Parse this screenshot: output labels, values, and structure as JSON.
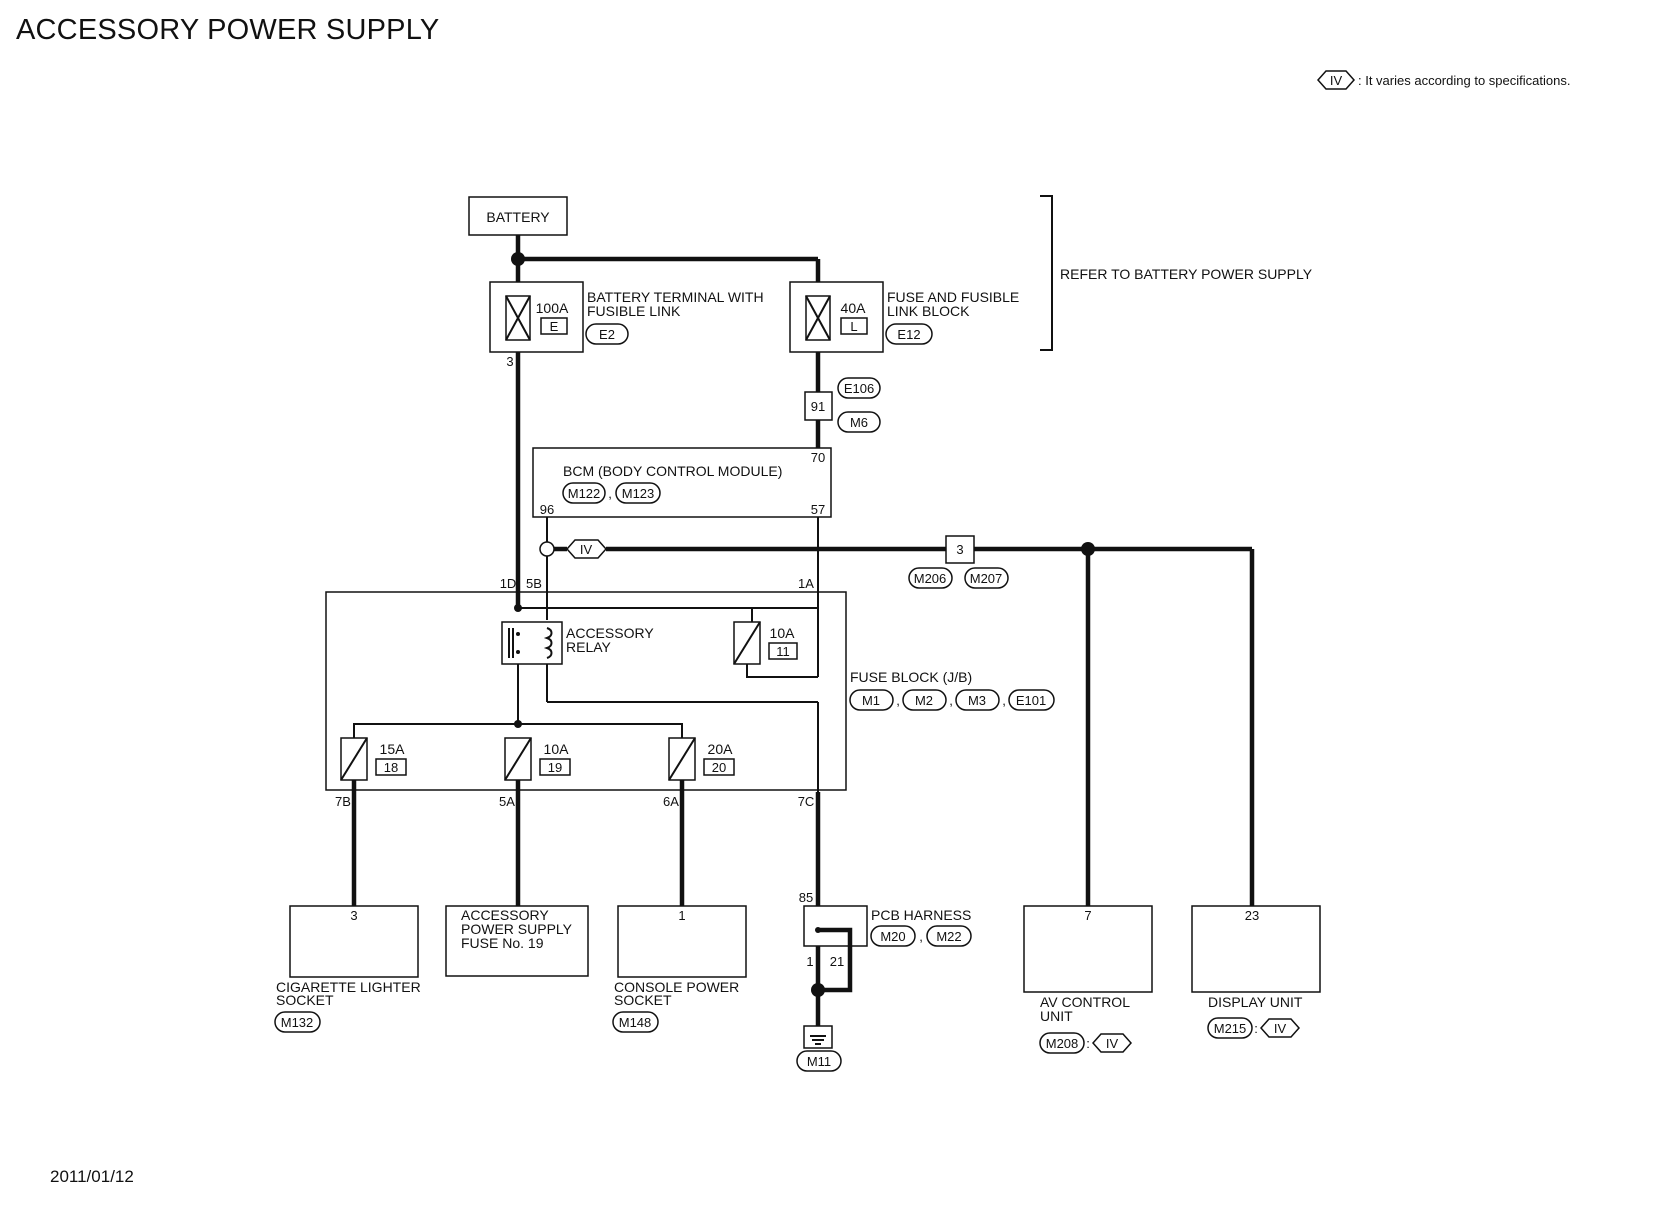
{
  "title": "ACCESSORY POWER SUPPLY",
  "date": "2011/01/12",
  "legend": {
    "symbol": "IV",
    "text": ": It varies according to specifications."
  },
  "refer_note": "REFER TO BATTERY POWER SUPPLY",
  "battery": "BATTERY",
  "fusible_links": [
    {
      "amp": "100A",
      "code": "E",
      "label_1": "BATTERY TERMINAL WITH",
      "label_2": "FUSIBLE LINK",
      "connector": "E2",
      "pin": "3"
    },
    {
      "amp": "40A",
      "code": "L",
      "label_1": "FUSE AND FUSIBLE",
      "label_2": "LINK BLOCK",
      "connector": "E12"
    }
  ],
  "junction_91": {
    "pin": "91",
    "connectors": [
      "E106",
      "M6"
    ]
  },
  "bcm": {
    "label": "BCM (BODY CONTROL MODULE)",
    "connectors": [
      "M122",
      "M123"
    ],
    "sep": ",",
    "pins": {
      "p70": "70",
      "p57": "57",
      "p96": "96"
    }
  },
  "iv_tag": "IV",
  "junction_3": {
    "pin": "3",
    "connectors": [
      "M206",
      "M207"
    ]
  },
  "fuse_block": {
    "label": "FUSE BLOCK (J/B)",
    "connectors": [
      "M1",
      "M2",
      "M3",
      "E101"
    ],
    "sep": ",",
    "top_pins": [
      "1D",
      "5B",
      "1A"
    ],
    "relay_label_1": "ACCESSORY",
    "relay_label_2": "RELAY",
    "fuse_11": {
      "amp": "10A",
      "num": "11"
    },
    "fuses": [
      {
        "amp": "15A",
        "num": "18",
        "pin": "7B"
      },
      {
        "amp": "10A",
        "num": "19",
        "pin": "5A"
      },
      {
        "amp": "20A",
        "num": "20",
        "pin": "6A"
      }
    ],
    "pin_7c": "7C"
  },
  "loads": {
    "cigarette": {
      "pin": "3",
      "label_1": "CIGARETTE LIGHTER",
      "label_2": "SOCKET",
      "connector": "M132"
    },
    "accessory": {
      "label_1": "ACCESSORY",
      "label_2": "POWER SUPPLY",
      "label_3": "FUSE No. 19"
    },
    "console": {
      "pin": "1",
      "label_1": "CONSOLE POWER",
      "label_2": "SOCKET",
      "connector": "M148"
    },
    "av": {
      "pin": "7",
      "label_1": "AV CONTROL",
      "label_2": "UNIT",
      "connector": "M208",
      "sep": ":",
      "tag": "IV"
    },
    "display": {
      "pin": "23",
      "label_1": "DISPLAY UNIT",
      "connector": "M215",
      "sep": ":",
      "tag": "IV"
    }
  },
  "pcb": {
    "label": "PCB HARNESS",
    "connectors": [
      "M20",
      "M22"
    ],
    "sep": ",",
    "pin_85": "85",
    "pin_1": "1",
    "pin_21": "21"
  },
  "ground": {
    "connector": "M11"
  }
}
